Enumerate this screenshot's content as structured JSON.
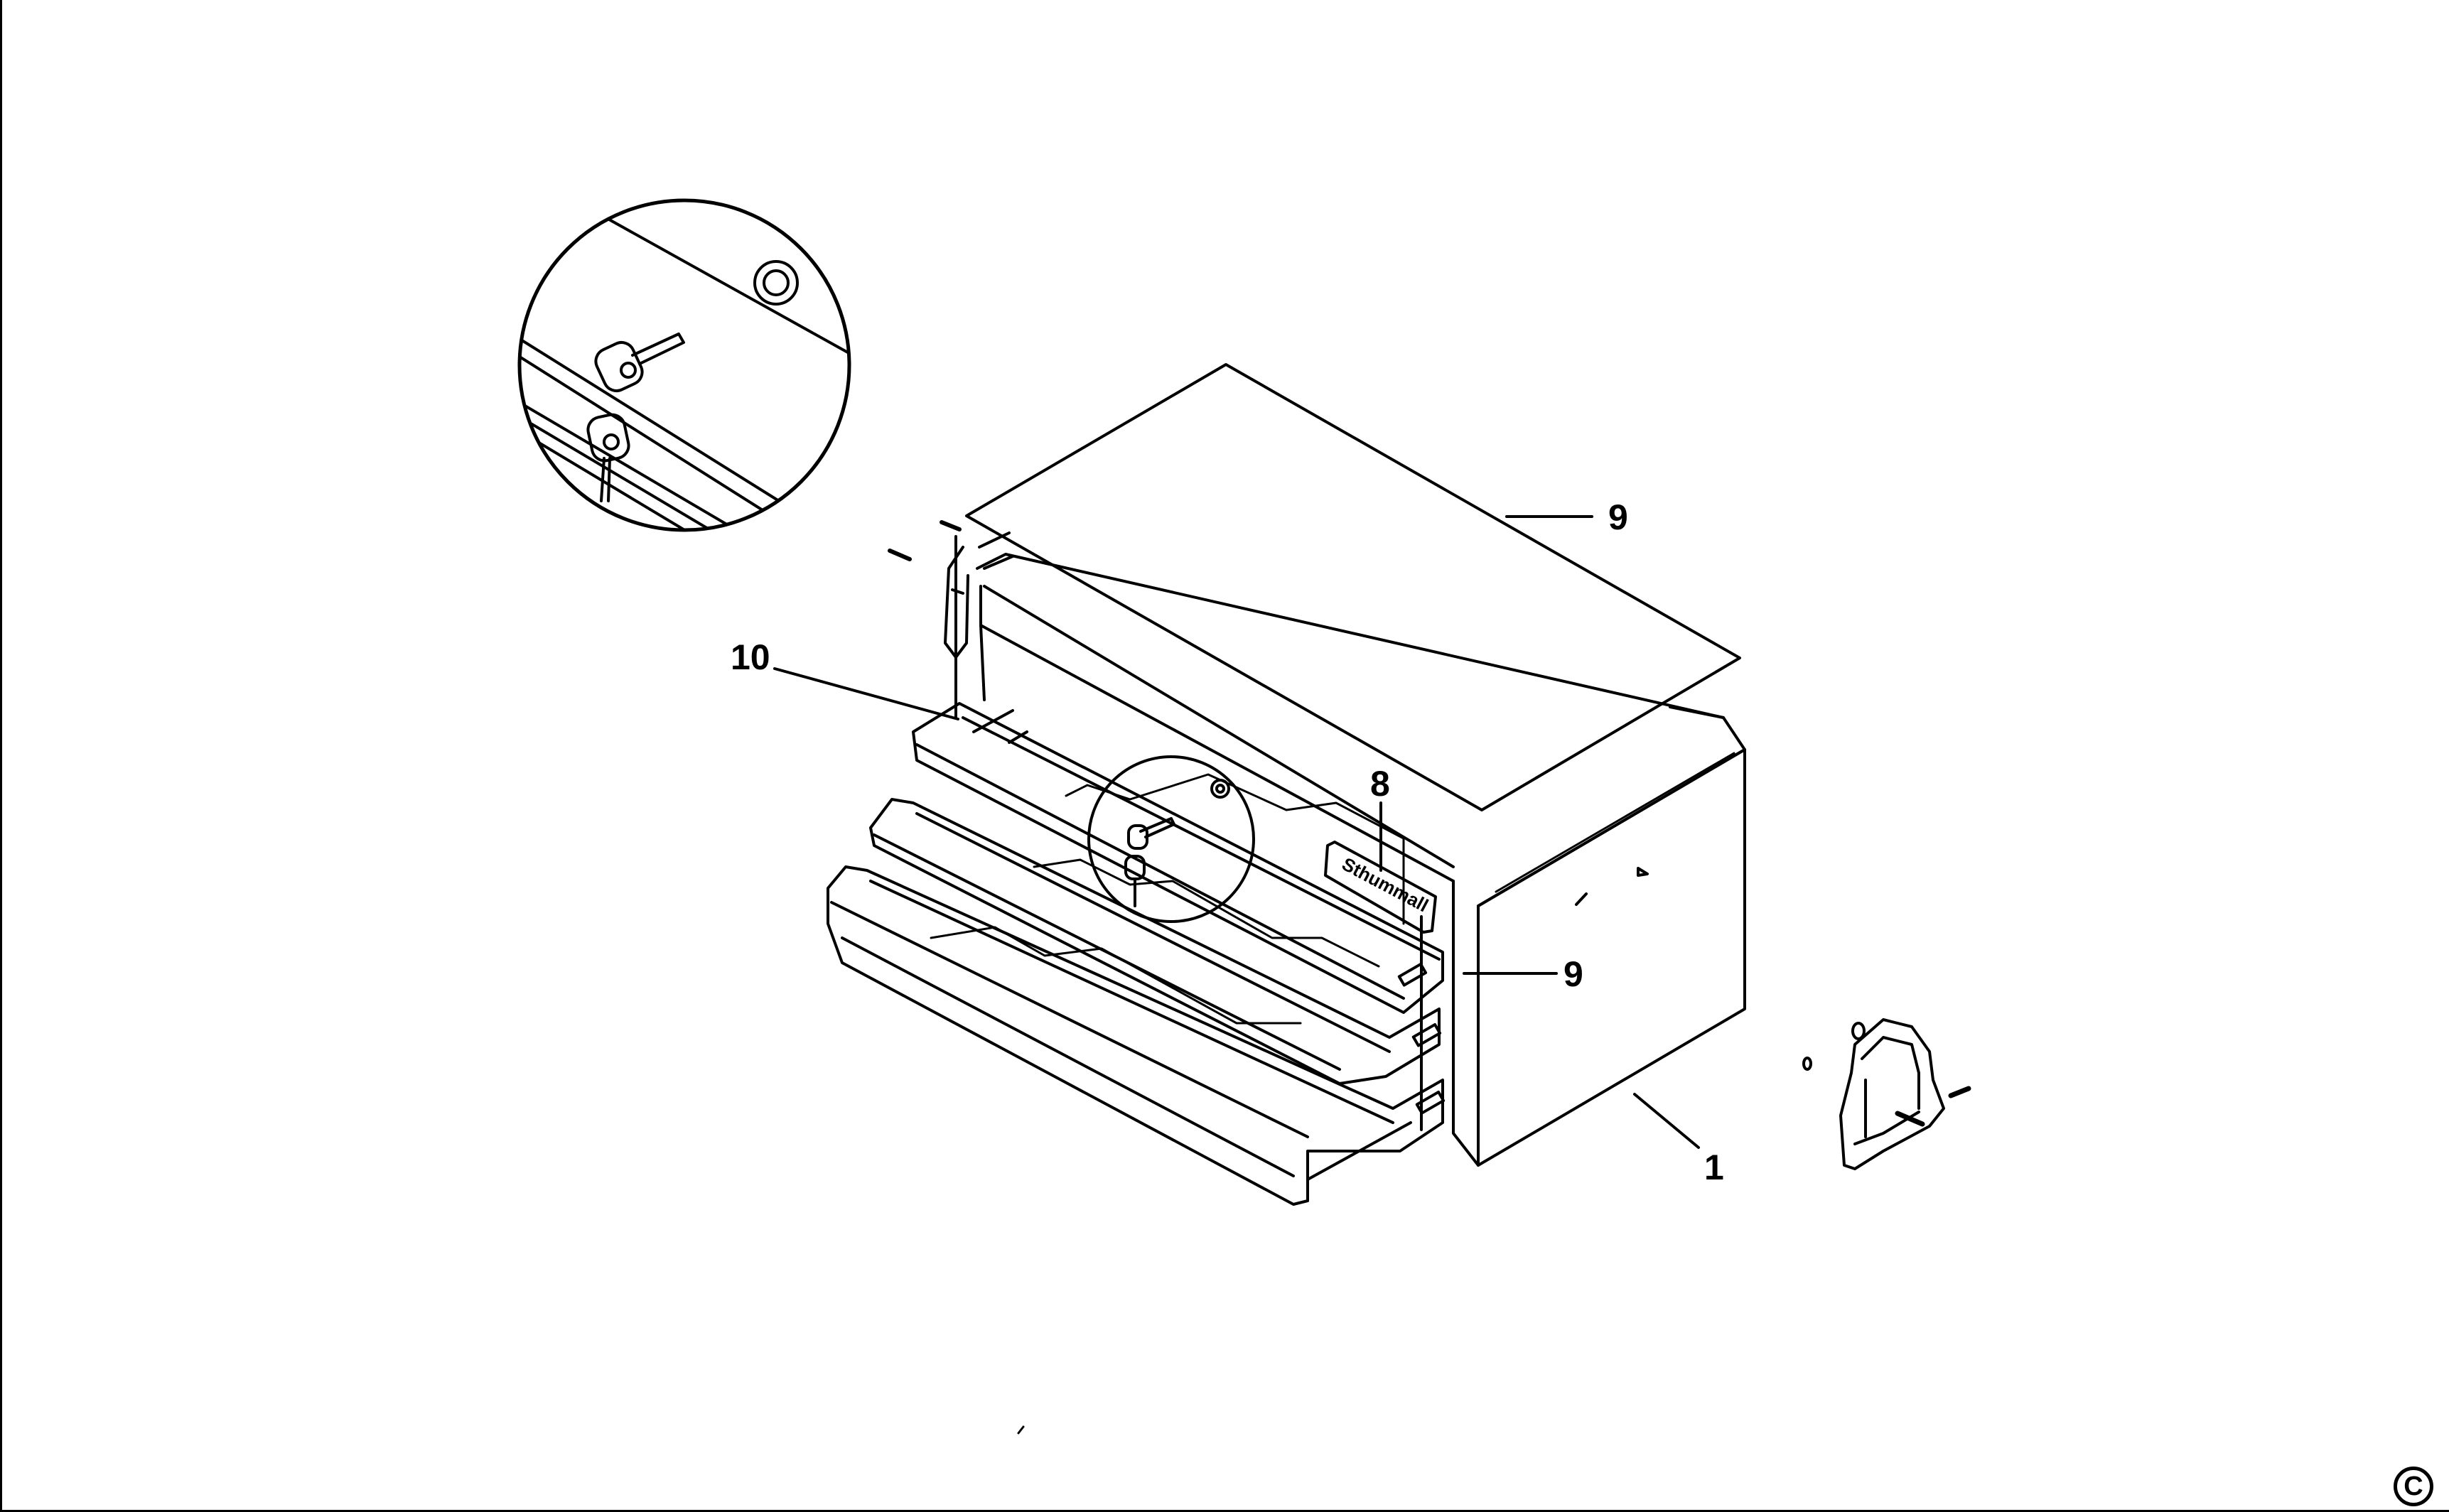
{
  "diagram": {
    "callouts": [
      {
        "id": "top-mat",
        "label": "9"
      },
      {
        "id": "drawer-liner",
        "label": "10"
      },
      {
        "id": "badge",
        "label": "8"
      },
      {
        "id": "drawer-slide",
        "label": "9"
      },
      {
        "id": "cabinet",
        "label": "1"
      }
    ],
    "badge_text": "Sthummall",
    "copyright_symbol": "C"
  }
}
